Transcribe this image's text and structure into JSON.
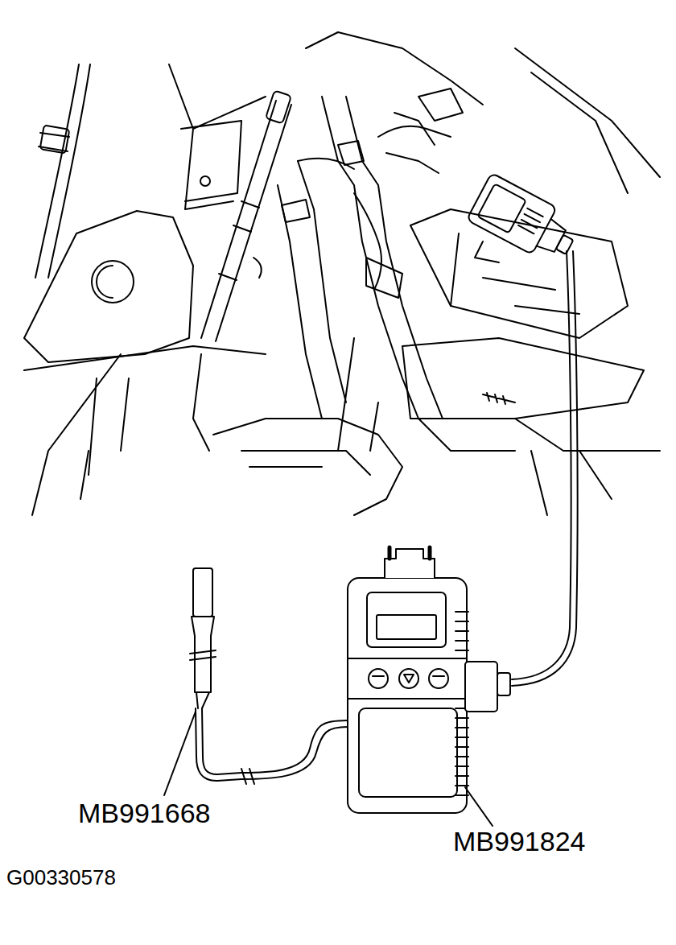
{
  "diagram": {
    "labels": [
      "MB991668",
      "MB991824",
      "G00330578"
    ]
  }
}
